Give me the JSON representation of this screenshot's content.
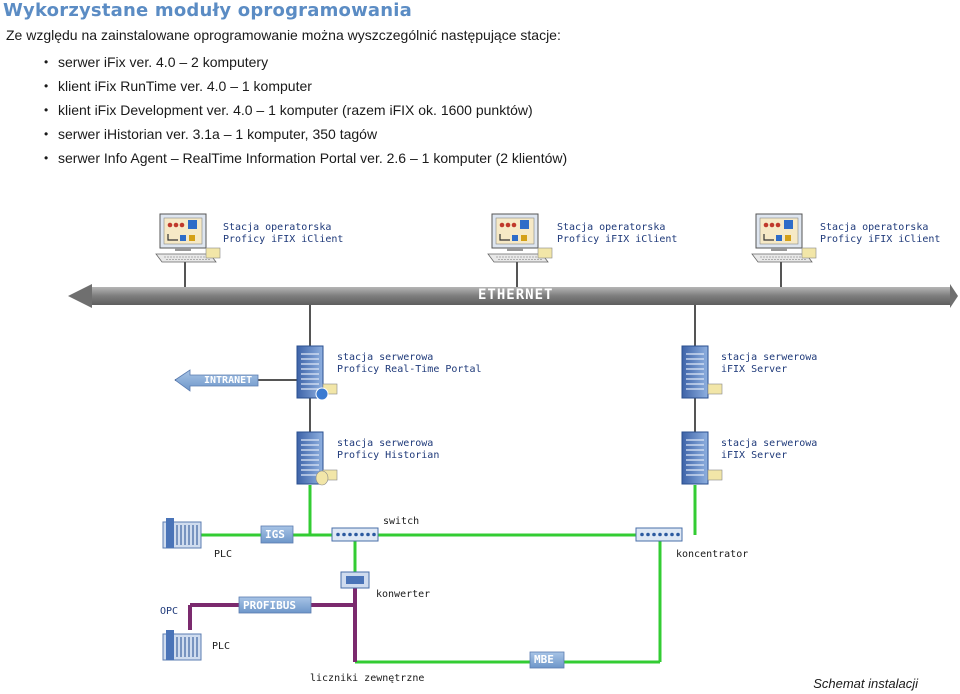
{
  "title": "Wykorzystane moduły oprogramowania",
  "intro": "Ze względu na zainstalowane oprogramowanie można wyszczególnić następujące stacje:",
  "bullets": [
    "serwer iFix ver. 4.0 – 2 komputery",
    "klient iFix RunTime ver. 4.0 – 1 komputer",
    "klient iFix Development ver. 4.0 – 1 komputer (razem iFIX ok. 1600 punktów)",
    "serwer iHistorian ver. 3.1a – 1 komputer, 350 tagów",
    "serwer Info Agent – RealTime Information Portal ver. 2.6 – 1 komputer (2 klientów)"
  ],
  "bullet_glyph": "•",
  "diagram": {
    "workstations": [
      {
        "line1": "Stacja operatorska",
        "line2": "Proficy iFIX iClient"
      },
      {
        "line1": "Stacja operatorska",
        "line2": "Proficy iFIX iClient"
      },
      {
        "line1": "Stacja operatorska",
        "line2": "Proficy iFIX iClient"
      }
    ],
    "ethernet_label": "ETHERNET",
    "intranet_label": "INTRANET",
    "servers": [
      {
        "line1": "stacja serwerowa",
        "line2": "Proficy Real-Time Portal"
      },
      {
        "line1": "stacja serwerowa",
        "line2": "iFIX Server"
      },
      {
        "line1": "stacja serwerowa",
        "line2": "Proficy Historian"
      },
      {
        "line1": "stacja serwerowa",
        "line2": "iFIX Server"
      }
    ],
    "igs_label": "IGS",
    "switch_label": "switch",
    "plc_label_1": "PLC",
    "koncentrator_label": "koncentrator",
    "konwerter_label": "konwerter",
    "opc_label": "OPC",
    "profibus_label": "PROFIBUS",
    "plc_label_2": "PLC",
    "mbe_label": "MBE",
    "liczniki_label": "liczniki zewnętrzne"
  },
  "caption": "Schemat instalacji",
  "colors": {
    "title": "#5b8cc4",
    "ethernet_bar": "#8a8a8a",
    "green_line": "#33cc33",
    "purple_line": "#7b2a6e",
    "tag_fill": "#7ea6d6",
    "text_blue": "#1f3a7a"
  }
}
